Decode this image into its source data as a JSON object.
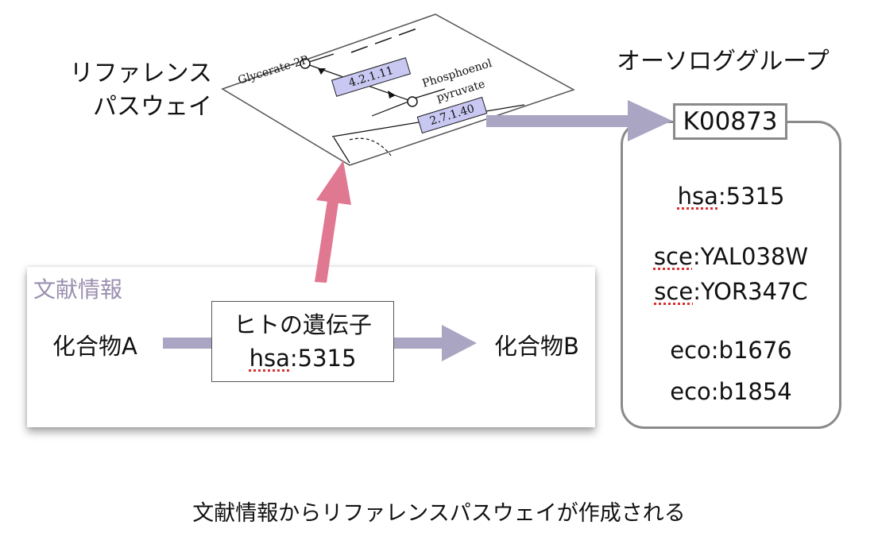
{
  "reference_pathway": {
    "label_line1": "リファレンス",
    "label_line2": "パスウェイ",
    "map": {
      "compound_left": "Glycerate-2P",
      "compound_right_line1": "Phosphoenol",
      "compound_right_line2": "pyruvate",
      "ec_top": "4.2.1.11",
      "ec_bottom": "2.7.1.40"
    }
  },
  "ortholog_group": {
    "title": "オーソロググループ",
    "ko_id": "K00873",
    "genes": [
      {
        "org": "hsa",
        "gene": ":5315"
      },
      {
        "org": "sce",
        "gene": ":YAL038W"
      },
      {
        "org": "sce",
        "gene": ":YOR347C"
      },
      {
        "org": "eco",
        "gene": ":b1676"
      },
      {
        "org": "eco",
        "gene": ":b1854"
      }
    ]
  },
  "literature": {
    "title": "文献情報",
    "compound_a": "化合物A",
    "compound_b": "化合物B",
    "gene_box_line1": "ヒトの遺伝子",
    "gene_box_org": "hsa",
    "gene_box_id": ":5315"
  },
  "caption": "文献情報からリファレンスパスウェイが作成される",
  "colors": {
    "pink_arrow": "#e07892",
    "purple_arrow": "#aba5c4",
    "map_box_fill": "#c9c8f2",
    "literature_title": "#9b8fb0",
    "ortholog_border": "#8a8a8a"
  }
}
